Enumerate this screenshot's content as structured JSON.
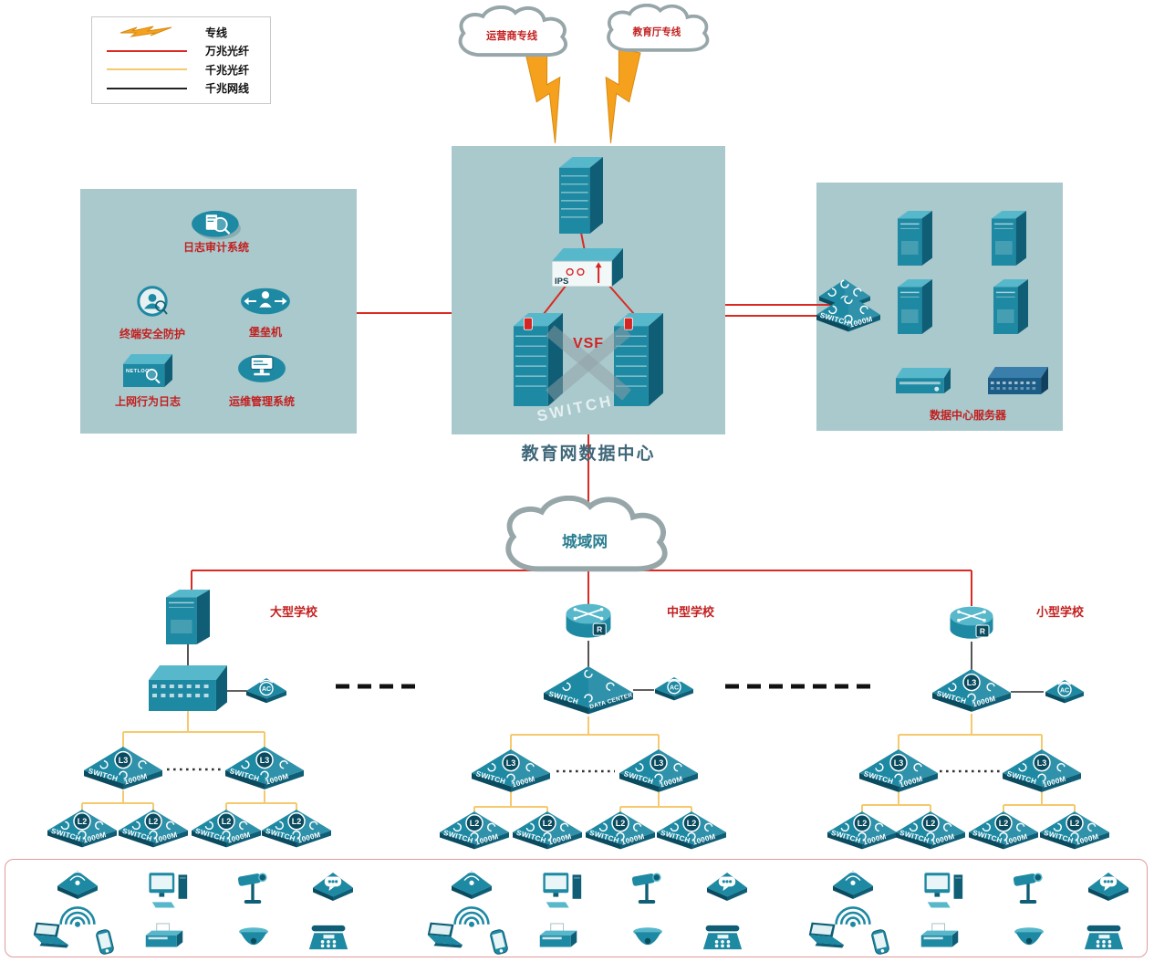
{
  "legend": {
    "items": [
      {
        "label": "专线",
        "type": "lightning",
        "color": "#f6a11d"
      },
      {
        "label": "万兆光纤",
        "type": "line",
        "color": "#da2a22"
      },
      {
        "label": "千兆光纤",
        "type": "line",
        "color": "#f5c96d"
      },
      {
        "label": "千兆网线",
        "type": "line",
        "color": "#222222"
      }
    ]
  },
  "clouds": {
    "isp": "运营商专线",
    "edu": "教育厅专线",
    "man": "城域网"
  },
  "datacenter": {
    "caption": "教育网数据中心",
    "vsf_label": "VSF",
    "ips_label": "IPS",
    "watermark": "SWITCH"
  },
  "security_zone": {
    "items": [
      {
        "label": "日志审计系统"
      },
      {
        "label": "终端安全防护"
      },
      {
        "label": "堡垒机"
      },
      {
        "label": "上网行为日志"
      },
      {
        "label": "运维管理系统"
      }
    ]
  },
  "server_zone": {
    "caption": "数据中心服务器",
    "switch_label": "SWITCH 1000M"
  },
  "schools": [
    {
      "name": "大型学校",
      "l3_switches": 2,
      "l2_switches": 4
    },
    {
      "name": "中型学校",
      "l3_switches": 2,
      "l2_switches": 4
    },
    {
      "name": "小型学校",
      "l3_switches": 2,
      "l2_switches": 4
    }
  ],
  "labels": {
    "switch": "SWITCH",
    "m1000": "1000M",
    "l3": "L3",
    "l2": "L2",
    "ac": "AC",
    "router_badge": "R",
    "data_center": "DATA CENTER",
    "netlog": "NETLOG"
  },
  "colors": {
    "zone_bg": "#a9c9cc",
    "line_red": "#da2a22",
    "line_yellow": "#f5c96d",
    "line_black": "#222222",
    "device_teal": "#1e89a3",
    "label_red": "#c31f1f"
  }
}
